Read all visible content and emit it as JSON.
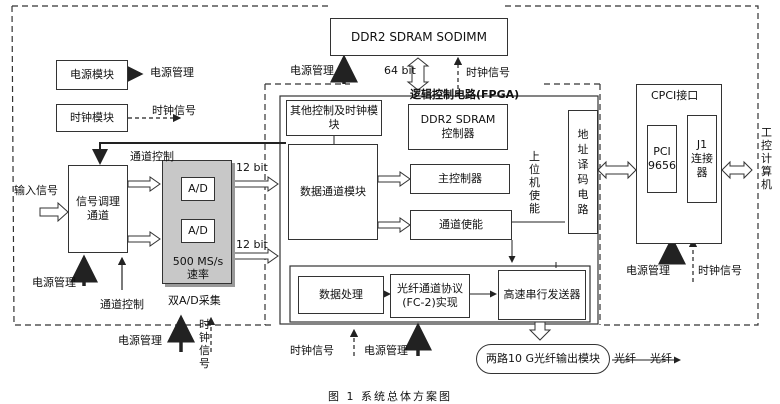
{
  "blocks": {
    "ddr_sodimm": "DDR2 SDRAM SODIMM",
    "power_module": "电源模块",
    "clock_module": "时钟模块",
    "signal_cond": "信号调理通道",
    "ad1": "A/D",
    "ad2": "A/D",
    "adc_rate": "500 MS/s\n速率",
    "other_ctrl": "其他控制及时钟模块",
    "fpga_title": "逻辑控制电路(FPGA)",
    "ddr_ctrl": "DDR2 SDRAM\n控制器",
    "data_channel": "数据通道模块",
    "main_ctrl": "主控制器",
    "channel_enable": "通道使能",
    "upper_pc": "上位机使能",
    "addr_decode": "地址译码电路",
    "data_proc": "数据处理",
    "fc2": "光纤通道协议\n(FC-2)实现",
    "serial_tx": "高速串行发送器",
    "cpci": "CPCI接口",
    "pci9656": "PCI\n9656",
    "j1": "J1\n连接器",
    "ipc": "工控计算机",
    "fiber_module": "两路10 G光纤输出模块"
  },
  "labels": {
    "power_mgmt": "电源管理",
    "clock_signal": "时钟信号",
    "channel_ctrl": "通道控制",
    "input_signal": "输入信号",
    "bit12": "12 bit",
    "bit64": "64 bit",
    "dual_ad": "双A/D采集",
    "clock_vert": "时钟信号",
    "fiber": "光纤",
    "caption": "图 1  系统总体方案图"
  }
}
